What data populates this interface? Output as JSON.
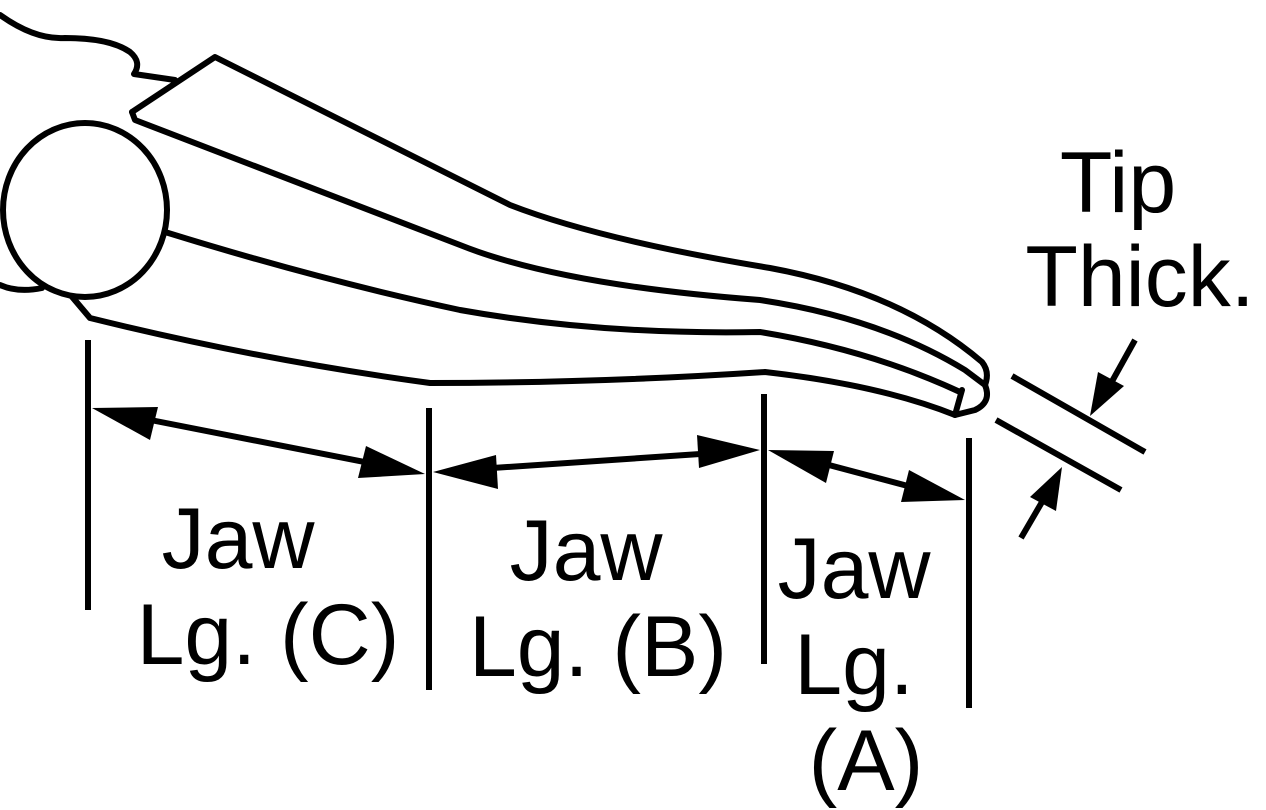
{
  "labels": {
    "jaw_c": [
      "Jaw",
      "Lg. (C)"
    ],
    "jaw_b": [
      "Jaw",
      "Lg. (B)"
    ],
    "jaw_a": [
      "Jaw",
      "Lg.",
      "(A)"
    ],
    "tip_thick": [
      "Tip",
      "Thick."
    ]
  },
  "colors": {
    "ink": "#000000",
    "paper": "#ffffff"
  }
}
